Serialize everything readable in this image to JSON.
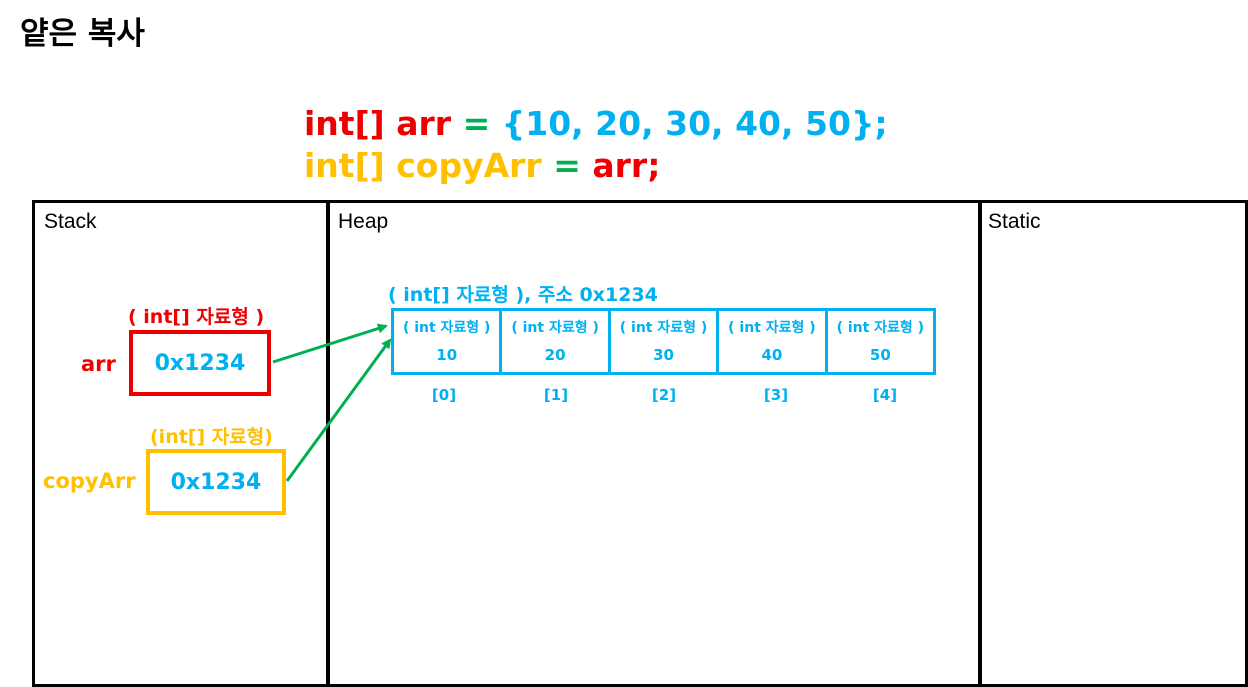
{
  "title": "얕은 복사",
  "code": {
    "line1": {
      "type": "int[]",
      "name": "arr",
      "eq": "=",
      "value": "{10, 20, 30, 40, 50};"
    },
    "line2": {
      "type": "int[]",
      "name": "copyArr",
      "eq": "=",
      "value": "arr;"
    }
  },
  "colors": {
    "red": "#ee0000",
    "blue": "#00b0f0",
    "green": "#00b050",
    "yellow": "#ffc000"
  },
  "panels": {
    "stack": "Stack",
    "heap": "Heap",
    "static": "Static"
  },
  "stack": {
    "arr": {
      "type_label": "( int[] 자료형 )",
      "name": "arr",
      "value": "0x1234"
    },
    "copyArr": {
      "type_label": "(int[] 자료형)",
      "name": "copyArr",
      "value": "0x1234"
    }
  },
  "heap": {
    "array_title": "( int[] 자료형 ), 주소 0x1234",
    "cells": [
      {
        "type": "( int 자료형 )",
        "value": "10",
        "index": "[0]"
      },
      {
        "type": "( int 자료형 )",
        "value": "20",
        "index": "[1]"
      },
      {
        "type": "( int 자료형 )",
        "value": "30",
        "index": "[2]"
      },
      {
        "type": "( int 자료형 )",
        "value": "40",
        "index": "[3]"
      },
      {
        "type": "( int 자료형 )",
        "value": "50",
        "index": "[4]"
      }
    ]
  }
}
